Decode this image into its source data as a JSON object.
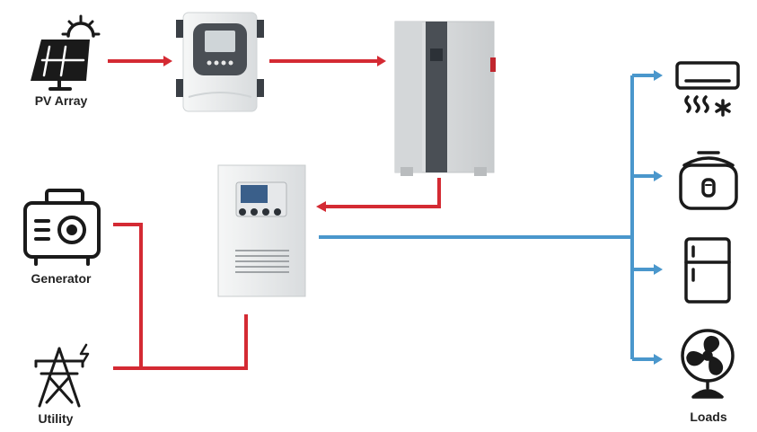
{
  "labels": {
    "pv_array": "PV Array",
    "generator": "Generator",
    "utility": "Utility",
    "loads": "Loads"
  },
  "colors": {
    "dc_line": "#d42a33",
    "ac_line": "#4a97cc",
    "icon": "#1a1a1a",
    "device_body": "#e9ebec",
    "device_panel": "#4a4f55"
  },
  "icons": {
    "pv_array": "solar-panel-icon",
    "generator": "generator-icon",
    "utility": "power-tower-icon",
    "loads": [
      "air-conditioner-icon",
      "rice-cooker-icon",
      "refrigerator-icon",
      "fan-icon"
    ]
  },
  "devices": [
    "charge-controller",
    "battery-pack",
    "inverter"
  ]
}
